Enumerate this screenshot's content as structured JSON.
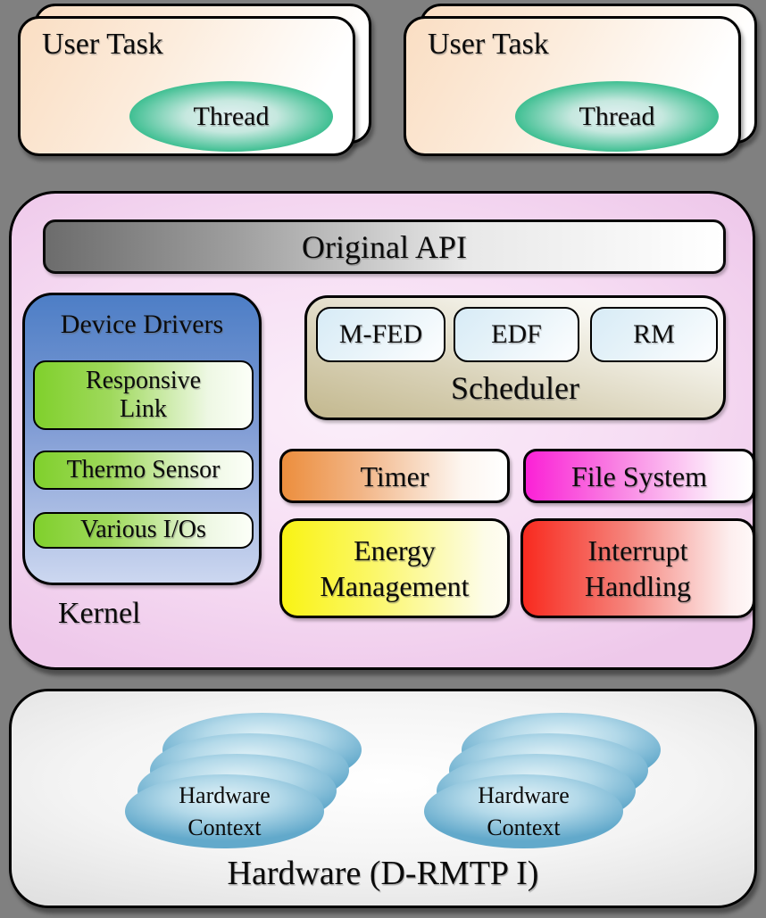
{
  "background_color": "#808080",
  "user_tasks": [
    {
      "title": "User Task",
      "thread": "Thread"
    },
    {
      "title": "User Task",
      "thread": "Thread"
    }
  ],
  "kernel": {
    "label": "Kernel",
    "api_bar_label": "Original API",
    "device_drivers": {
      "title": "Device Drivers",
      "items": [
        "Responsive\nLink",
        "Thermo Sensor",
        "Various I/Os"
      ]
    },
    "scheduler": {
      "title": "Scheduler",
      "policies": [
        "M-FED",
        "EDF",
        "RM"
      ]
    },
    "modules": {
      "timer": "Timer",
      "file_system": "File System",
      "energy_management": "Energy\nManagement",
      "interrupt_handling": "Interrupt\nHandling"
    }
  },
  "hardware": {
    "label": "Hardware (D-RMTP I)",
    "contexts": [
      "Hardware\nContext",
      "Hardware\nContext"
    ]
  },
  "colors": {
    "background": "#808080",
    "user_task_fill": "#FADEC3",
    "thread_green": "#3FBF92",
    "kernel_pink": "#F2D0EE",
    "api_gray": "#6C6C6C",
    "device_drivers_blue": "#4D7EC6",
    "driver_item_green": "#80D02C",
    "scheduler_tan": "#C3B88E",
    "policy_blue": "#D7EBF6",
    "timer_orange": "#EC8E3D",
    "file_system_magenta": "#FB21D6",
    "energy_yellow": "#F9F314",
    "interrupt_red": "#F82A1F",
    "hardware_gray": "#EFEFEF",
    "context_blue": "#62A9CB",
    "outline_black": "#000000"
  }
}
